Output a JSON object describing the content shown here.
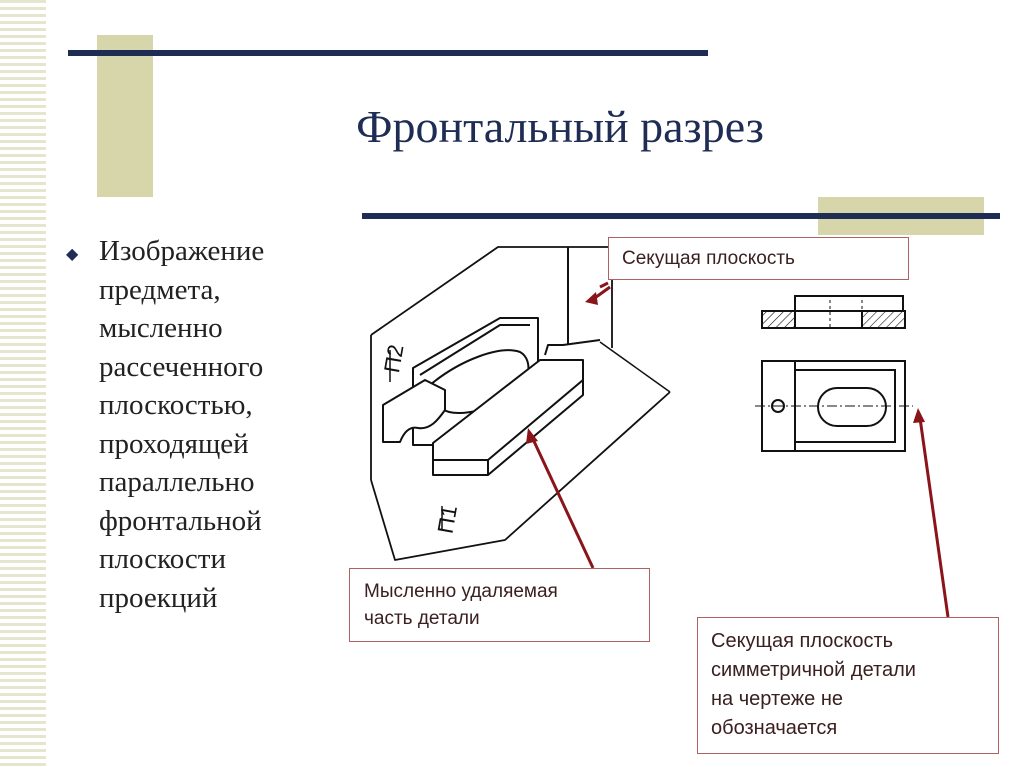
{
  "slide": {
    "title": "Фронтальный разрез",
    "body_text": "Изображение\nпредмета,\nмысленно\nрассеченного\nплоскостью,\nпроходящей\nпараллельно\nфронтальной\nплоскости\nпроекций",
    "bullet_symbol": "◆"
  },
  "drawing": {
    "plane_label_frontal": "П2",
    "plane_label_horizontal": "П1"
  },
  "callouts": {
    "cutting_plane": "Секущая плоскость",
    "removed_part": "Мысленно удаляемая\nчасть детали",
    "symmetric_note": "Секущая плоскость\nсимметричной детали\nна чертеже не\nобозначается"
  },
  "colors": {
    "title": "#1f2d55",
    "accent_bar": "#1f2d55",
    "decor_block": "#d7d6aa",
    "arrow": "#8a1419",
    "callout_border": "#b06262"
  }
}
